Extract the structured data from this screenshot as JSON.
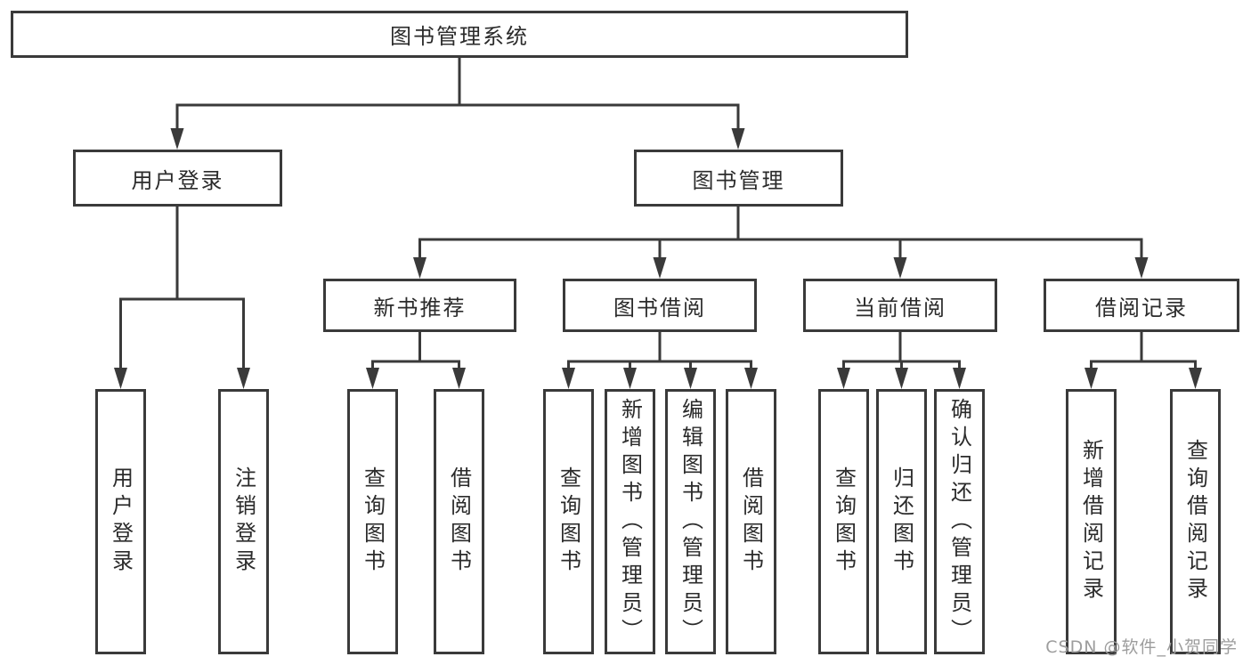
{
  "colors": {
    "line": "#3a3a3a",
    "text": "#2b2b2b",
    "watermark": "#9d9d9d",
    "bg": "#ffffff"
  },
  "nodes": {
    "root": {
      "label": "图书管理系统"
    },
    "level2": [
      {
        "label": "用户登录"
      },
      {
        "label": "图书管理"
      }
    ],
    "level3": [
      {
        "label": "新书推荐",
        "parent": "图书管理"
      },
      {
        "label": "图书借阅",
        "parent": "图书管理"
      },
      {
        "label": "当前借阅",
        "parent": "图书管理"
      },
      {
        "label": "借阅记录",
        "parent": "图书管理"
      }
    ],
    "leaves": [
      {
        "label": "用户登录",
        "parent": "用户登录"
      },
      {
        "label": "注销登录",
        "parent": "用户登录"
      },
      {
        "label": "查询图书",
        "parent": "新书推荐"
      },
      {
        "label": "借阅图书",
        "parent": "新书推荐"
      },
      {
        "label": "查询图书",
        "parent": "图书借阅"
      },
      {
        "label": "新增图书（管理员）",
        "parent": "图书借阅"
      },
      {
        "label": "编辑图书（管理员）",
        "parent": "图书借阅"
      },
      {
        "label": "借阅图书",
        "parent": "图书借阅"
      },
      {
        "label": "查询图书",
        "parent": "当前借阅"
      },
      {
        "label": "归还图书",
        "parent": "当前借阅"
      },
      {
        "label": "确认归还（管理员）",
        "parent": "当前借阅"
      },
      {
        "label": "新增借阅记录",
        "parent": "借阅记录"
      },
      {
        "label": "查询借阅记录",
        "parent": "借阅记录"
      }
    ]
  },
  "watermark": {
    "label": "CSDN @软件_小贺同学"
  }
}
